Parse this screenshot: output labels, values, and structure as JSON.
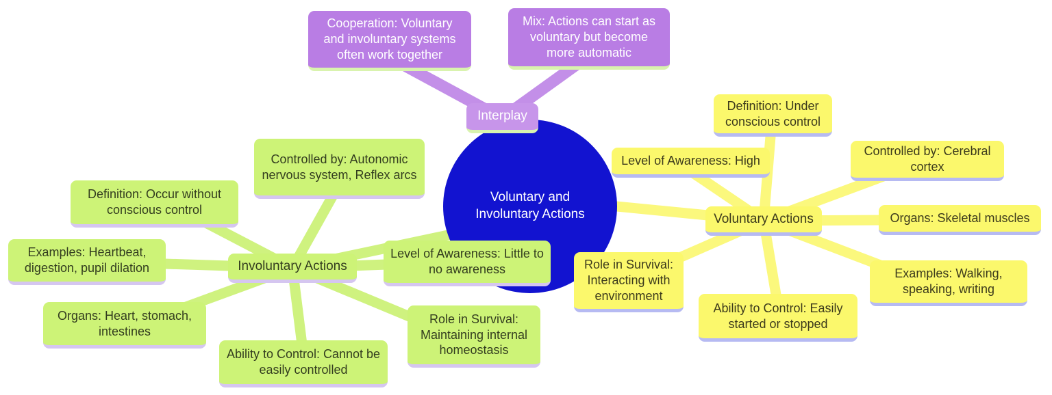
{
  "diagram": {
    "center": {
      "label": "Voluntary and Involuntary Actions"
    },
    "interplay": {
      "label": "Interplay",
      "cooperation": "Cooperation: Voluntary and involuntary systems often work together",
      "mix": "Mix: Actions can start as voluntary but become more automatic"
    },
    "involuntary": {
      "label": "Involuntary Actions",
      "controlled_by": "Controlled by: Autonomic nervous system, Reflex arcs",
      "definition": "Definition: Occur without conscious control",
      "examples": "Examples: Heartbeat, digestion, pupil dilation",
      "organs": "Organs: Heart, stomach, intestines",
      "ability": "Ability to Control: Cannot be easily controlled",
      "role": "Role in Survival: Maintaining internal homeostasis",
      "awareness": "Level of Awareness: Little to no awareness"
    },
    "voluntary": {
      "label": "Voluntary Actions",
      "definition": "Definition: Under conscious control",
      "awareness": "Level of Awareness: High",
      "controlled_by": "Controlled by: Cerebral cortex",
      "organs": "Organs: Skeletal muscles",
      "examples": "Examples: Walking, speaking, writing",
      "ability": "Ability to Control: Easily started or stopped",
      "role": "Role in Survival: Interacting with environment"
    },
    "colors": {
      "center_fill": "#1213d0",
      "center_text": "#ffffff",
      "involuntary_fill": "#cdf377",
      "voluntary_fill": "#fbf86c",
      "interplay_fill": "#b97de4",
      "green_shadow": "#d5c6f0",
      "yellow_shadow": "#b6baf2",
      "purple_shadow": "#d9f3ae"
    }
  }
}
